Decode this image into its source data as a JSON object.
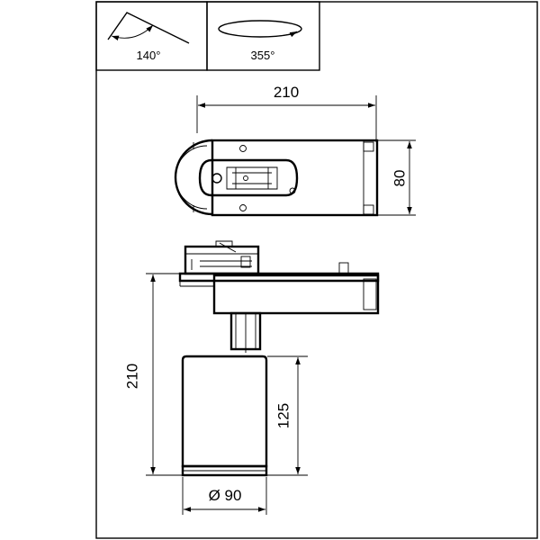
{
  "tilt": {
    "angle_label": "140°"
  },
  "rotation": {
    "angle_label": "355°"
  },
  "dimensions": {
    "length": "210",
    "width": "80",
    "height": "210",
    "head_height": "125",
    "head_diameter": "Ø 90"
  }
}
